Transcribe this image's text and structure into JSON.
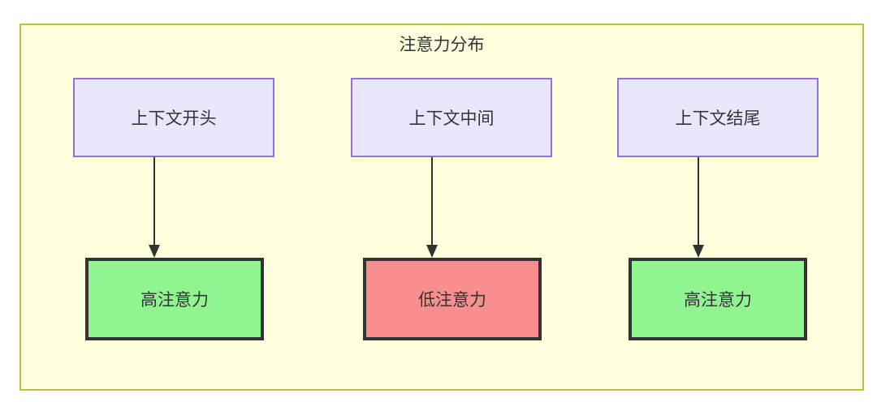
{
  "diagram": {
    "title": "注意力分布",
    "type": "flowchart",
    "background_color": "#ffffdd",
    "border_color": "#bfbf3f",
    "columns": [
      {
        "source": {
          "label": "上下文开头",
          "fill": "#e8e8fd",
          "stroke": "#9370db"
        },
        "result": {
          "label": "高注意力",
          "fill": "#90f590",
          "stroke": "#333333",
          "level": "high"
        }
      },
      {
        "source": {
          "label": "上下文中间",
          "fill": "#e8e8fd",
          "stroke": "#9370db"
        },
        "result": {
          "label": "低注意力",
          "fill": "#f98e8e",
          "stroke": "#333333",
          "level": "low"
        }
      },
      {
        "source": {
          "label": "上下文结尾",
          "fill": "#e8e8fd",
          "stroke": "#9370db"
        },
        "result": {
          "label": "高注意力",
          "fill": "#90f590",
          "stroke": "#333333",
          "level": "high"
        }
      }
    ]
  }
}
